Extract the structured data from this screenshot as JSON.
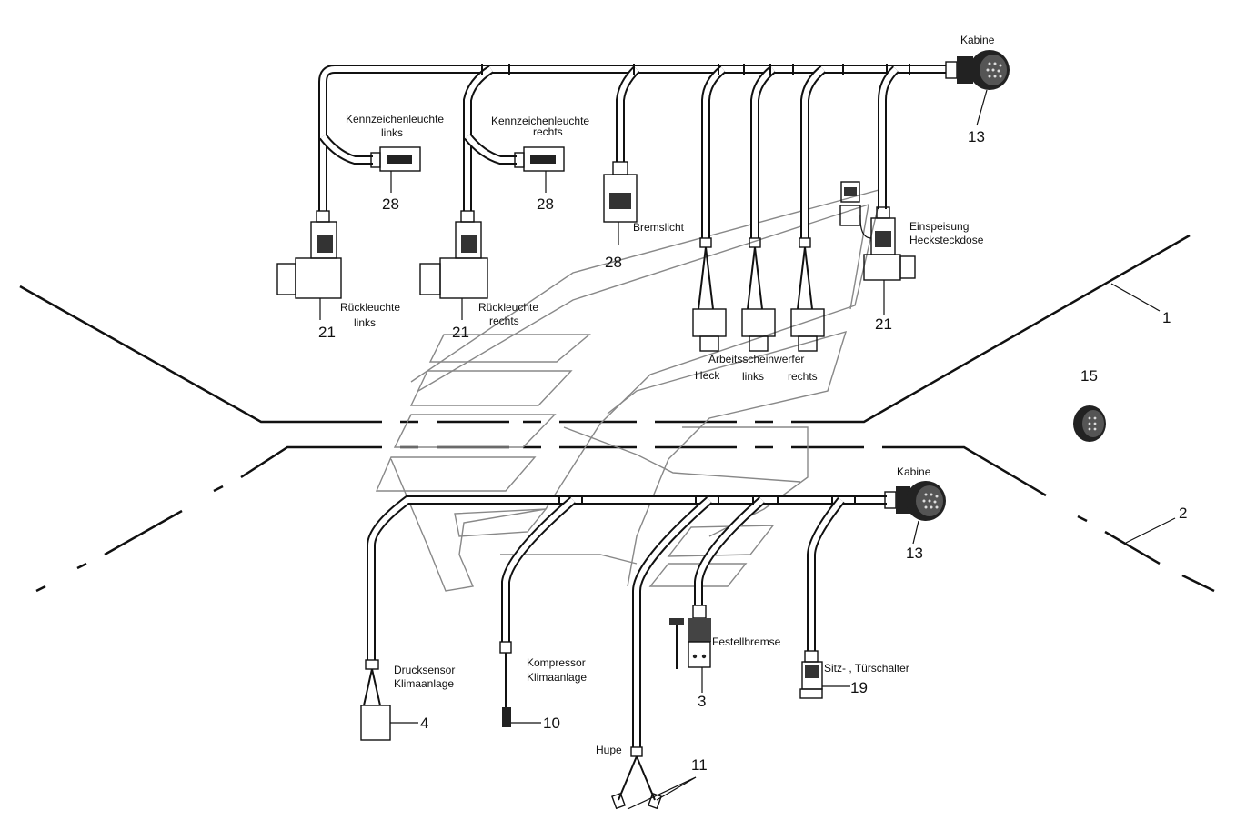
{
  "labels": {
    "kabine_top": "Kabine",
    "kabine_bottom": "Kabine",
    "kennz_links_1": "Kennzeichenleuchte",
    "kennz_links_2": "links",
    "kennz_rechts_1": "Kennzeichenleuchte",
    "kennz_rechts_2": "rechts",
    "bremslicht": "Bremslicht",
    "einspeisung_1": "Einspeisung",
    "einspeisung_2": "Hecksteckdose",
    "rueck_links_1": "Rückleuchte",
    "rueck_links_2": "links",
    "rueck_rechts_1": "Rückleuchte",
    "rueck_rechts_2": "rechts",
    "arbeits": "Arbeitsscheinwerfer",
    "heck": "Heck",
    "links": "links",
    "rechts": "rechts",
    "drucksensor_1": "Drucksensor",
    "drucksensor_2": "Klimaanlage",
    "kompressor_1": "Kompressor",
    "kompressor_2": "Klimaanlage",
    "festellbremse": "Festellbremse",
    "sitz": "Sitz- , Türschalter",
    "hupe": "Hupe"
  },
  "callouts": {
    "n1": "1",
    "n2": "2",
    "n3": "3",
    "n4": "4",
    "n10": "10",
    "n11": "11",
    "n13_top": "13",
    "n13_bottom": "13",
    "n15": "15",
    "n19": "19",
    "n21_a": "21",
    "n21_b": "21",
    "n21_c": "21",
    "n28_a": "28",
    "n28_b": "28",
    "n28_c": "28"
  },
  "colors": {
    "line": "#111111",
    "frame": "#888888",
    "background": "#ffffff"
  }
}
